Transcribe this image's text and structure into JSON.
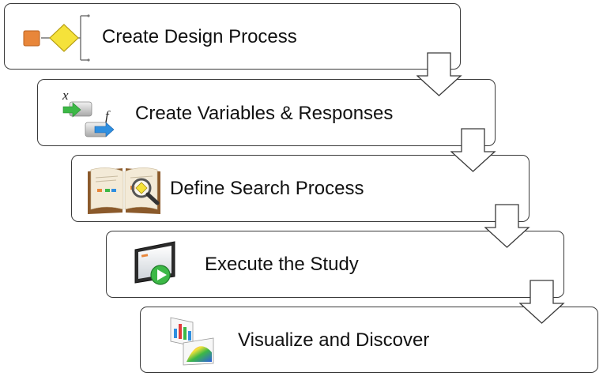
{
  "steps": [
    {
      "label": "Create Design Process",
      "icon": "workflow-icon"
    },
    {
      "label": "Create Variables & Responses",
      "icon": "variables-icon"
    },
    {
      "label": "Define Search Process",
      "icon": "book-search-icon"
    },
    {
      "label": "Execute the Study",
      "icon": "run-screen-icon"
    },
    {
      "label": "Visualize and Discover",
      "icon": "charts-icon"
    }
  ],
  "icon_text": {
    "x_symbol": "x",
    "f_symbol": "f"
  },
  "colors": {
    "border": "#3a3a3a",
    "arrow_fill": "#ffffff",
    "orange": "#e8863a",
    "yellow": "#f5e23a",
    "green": "#3cb846",
    "blue": "#2f8fe0"
  }
}
